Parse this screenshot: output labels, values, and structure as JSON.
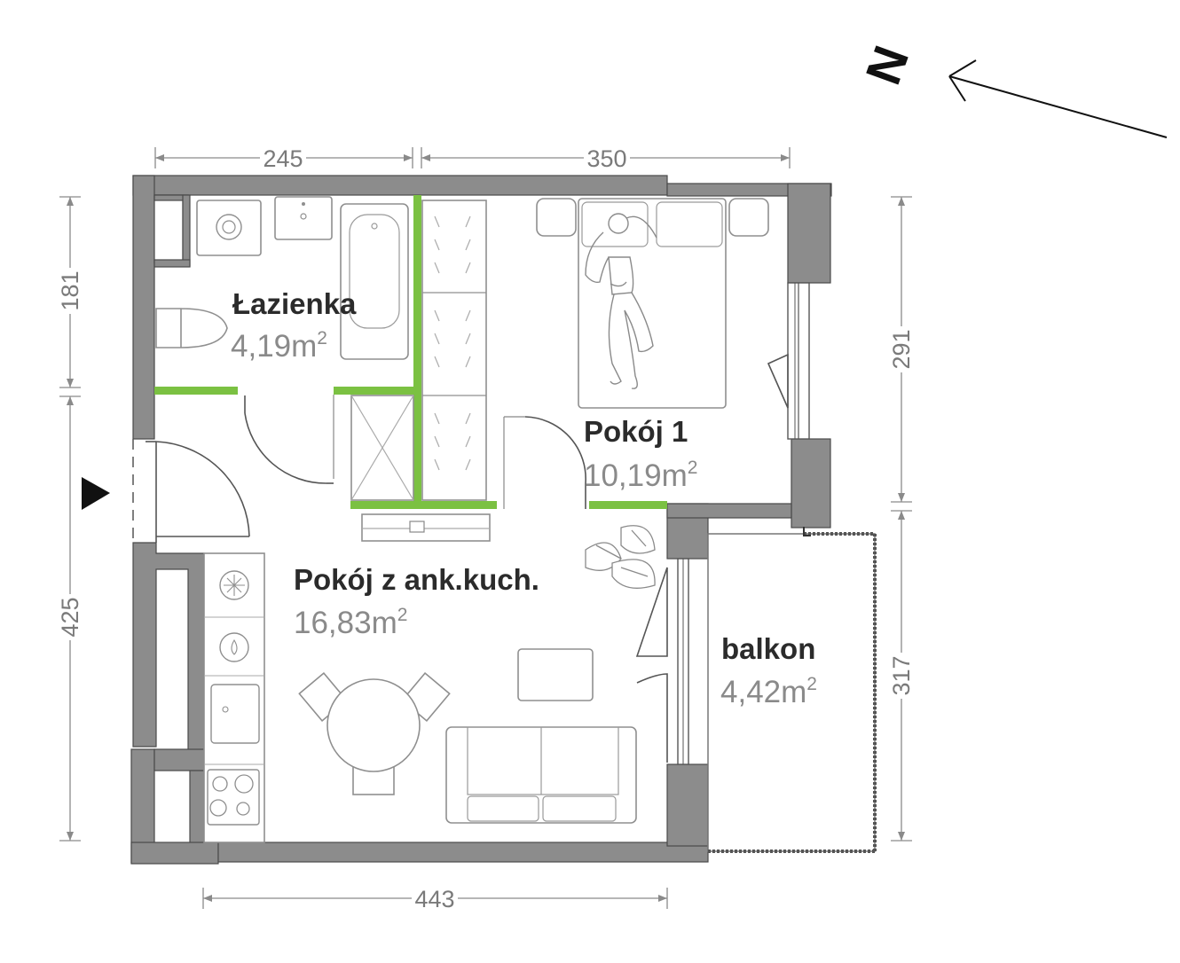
{
  "rooms": [
    {
      "name": "Łazienka",
      "area": "4,19",
      "unit": "m",
      "exp": "2"
    },
    {
      "name": "Pokój 1",
      "area": "10,19",
      "unit": "m",
      "exp": "2"
    },
    {
      "name": "Pokój z ank.kuch.",
      "area": "16,83",
      "unit": "m",
      "exp": "2"
    },
    {
      "name": "balkon",
      "area": "4,42",
      "unit": "m",
      "exp": "2"
    }
  ],
  "dimensions": {
    "top_left": "245",
    "top_right": "350",
    "left_upper": "181",
    "left_lower": "425",
    "right_upper": "291",
    "right_lower": "317",
    "bottom": "443"
  },
  "compass": {
    "label": "N"
  },
  "colors": {
    "wall": "#8c8c8c",
    "partition": "#7bc142"
  }
}
